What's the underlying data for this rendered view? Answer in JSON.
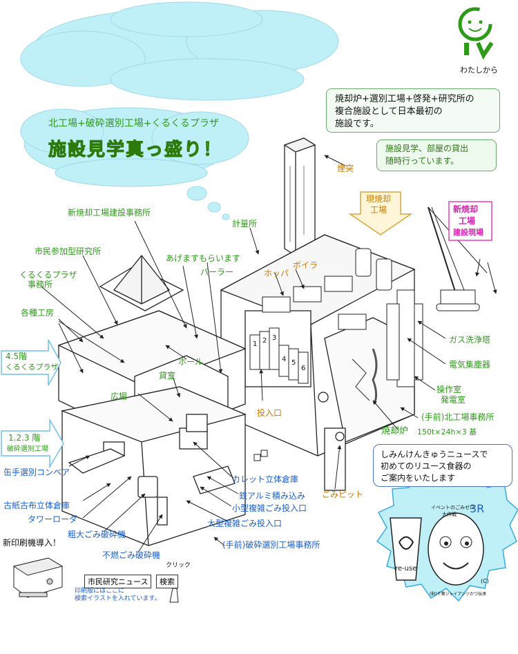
{
  "header": {
    "subtitle": "北工場+破砕選別工場+くるくるプラザ",
    "title": "施設見学真っ盛り！"
  },
  "logo": {
    "caption": "わたしから"
  },
  "callouts": {
    "intro": "焼却炉+選別工場+啓発+研究所の複合施設として日本最初の施設です。",
    "intro_lines": [
      "焼却炉+選別工場+啓発+研究所の",
      "複合施設として日本最初の",
      "施設です。"
    ],
    "tour_lines": [
      "施設見学、部屋の貸出",
      "随時行っています。"
    ]
  },
  "arrows": {
    "current_plant": [
      "現焼却",
      "工場"
    ],
    "new_plant": [
      "新焼却",
      "工場",
      "建設現場"
    ],
    "floors_45": [
      "4.5階",
      "くるくるプラザ"
    ],
    "floors_123": [
      "1.2.3 階",
      "破砕選別工場"
    ]
  },
  "labels": {
    "chimney": "煙突",
    "new_office": "新焼却工場建設事務所",
    "scale_house": "計量所",
    "research_lab": "市民参加型研究所",
    "giveaway": "あげますもらいます",
    "parlor": "パーラー",
    "plaza_office": [
      "くるくるプラザ",
      "事務所"
    ],
    "workshops": "各種工房",
    "hopper": "ホッパ",
    "boiler": "ボイラ",
    "gas_scrubber": "ガス洗浄塔",
    "precipitator": "電気集塵器",
    "hall": "ホール",
    "rental_room": "貸室",
    "square": "広場",
    "control_room": [
      "操作室",
      "発電室"
    ],
    "north_office": "(手前)北工場事務所",
    "inlet": "投入口",
    "furnace": "焼却炉",
    "furnace_spec": "150t×24h×3 基",
    "cullet": "カレット立体倉庫",
    "iron_al": "鉄アルミ積み込み",
    "small_mixed": "小型複雑ごみ投入口",
    "large_mixed": "大型複雑ごみ投入口",
    "waste_pit": "ごみピット",
    "manual_conveyor": "缶手選別コンベア",
    "paper_cloth": "古紙古布立体倉庫",
    "tower_loader": "タワーローダ",
    "bulky_crusher": "粗大ごみ破砕機",
    "nonburnable_crusher": "不燃ごみ破砕機",
    "crusher_office": "(手前)破砕選別工場事務所",
    "bin_numbers": [
      "1",
      "2",
      "3",
      "4",
      "5",
      "6"
    ]
  },
  "printer": {
    "heading": "新印刷機導入！",
    "news_label": "市民研究ニュース",
    "search_label": "検索",
    "click_label": "クリック",
    "note_lines": [
      "印刷版にはここに",
      "検索イラストを入れています。"
    ]
  },
  "reuse": {
    "lines": [
      "しみんけんきゅうニュースで",
      "初めてのリユース食器の",
      "ご案内をいたします"
    ],
    "cup_label": "re-use",
    "badge_top": "イベントのごみゼロ",
    "badge_name": "大作戦",
    "badge_3r": "3R",
    "badge_bottom": "(財)千葉ジャイアンツかつ伝承",
    "copyright": "(C)"
  },
  "colors": {
    "label_green": "#2e9a1a",
    "label_blue": "#1a5fd0",
    "label_orange": "#cc7a00",
    "label_pink": "#e01fb6",
    "cloud": "#bff0f8",
    "callout_blue": "#4a74c4"
  }
}
